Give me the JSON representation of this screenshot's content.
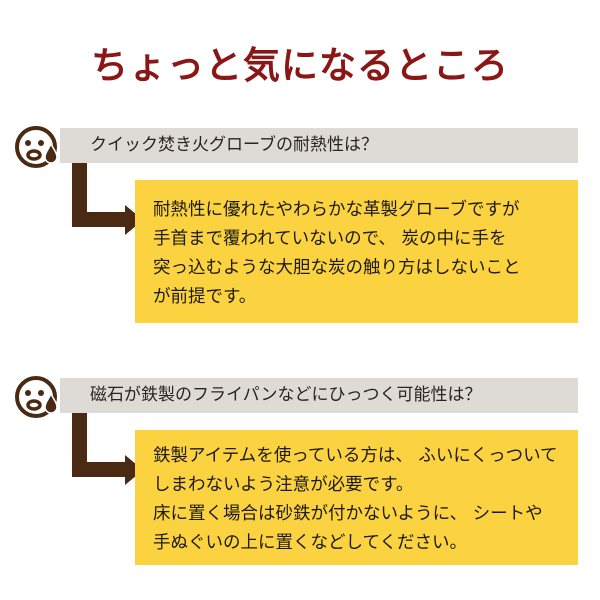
{
  "title": "ちょっと気になるところ",
  "colors": {
    "title": "#8a1616",
    "question_bar": "#dedad6",
    "answer_box": "#fbd23f",
    "connector": "#4a2a12",
    "icon": "#4a2a12"
  },
  "qa": [
    {
      "icon": "worried-face-sweat-icon",
      "question": "クイック焚き火グローブの耐熱性は？",
      "answer_lines": [
        "耐熱性に優れたやわらかな革製グローブですが",
        "手首まで覆われていないので、 炭の中に手を",
        "突っ込むような大胆な炭の触り方はしないこと",
        "が前提です。"
      ]
    },
    {
      "icon": "worried-face-sweat-icon",
      "question": "磁石が鉄製のフライパンなどにひっつく可能性は？",
      "answer_lines": [
        "鉄製アイテムを使っている方は、 ふいにくっついて",
        "しまわないよう注意が必要です。",
        "床に置く場合は砂鉄が付かないように、 シートや",
        "手ぬぐいの上に置くなどしてください。"
      ]
    }
  ]
}
